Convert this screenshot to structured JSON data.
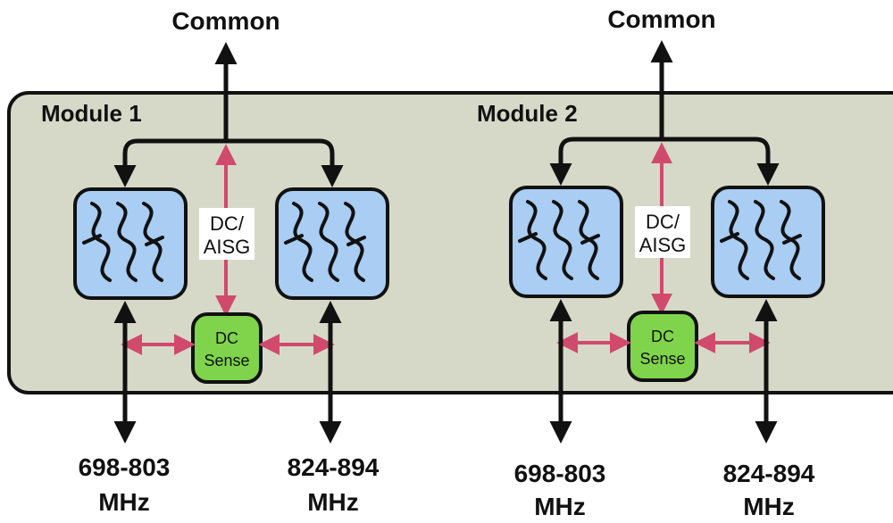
{
  "colors": {
    "panel_fill": "#d6d9c7",
    "panel_stroke": "#111111",
    "filter_fill": "#a9cdf3",
    "sense_fill": "#7fd44c",
    "dc_line": "#d04a6e",
    "signal_line": "#111111"
  },
  "modules": [
    {
      "title": "Module 1",
      "common_label": "Common",
      "dc_label_line1": "DC/",
      "dc_label_line2": "AISG",
      "sense_line1": "DC",
      "sense_line2": "Sense",
      "port_left_line1": "698-803",
      "port_left_line2": "MHz",
      "port_right_line1": "824-894",
      "port_right_line2": "MHz",
      "left_filter_icon": "bandpass-filter-icon",
      "right_filter_icon": "bandpass-filter-icon"
    },
    {
      "title": "Module 2",
      "common_label": "Common",
      "dc_label_line1": "DC/",
      "dc_label_line2": "AISG",
      "sense_line1": "DC",
      "sense_line2": "Sense",
      "port_left_line1": "698-803",
      "port_left_line2": "MHz",
      "port_right_line1": "824-894",
      "port_right_line2": "MHz",
      "left_filter_icon": "bandpass-filter-icon",
      "right_filter_icon": "bandpass-filter-icon"
    }
  ]
}
